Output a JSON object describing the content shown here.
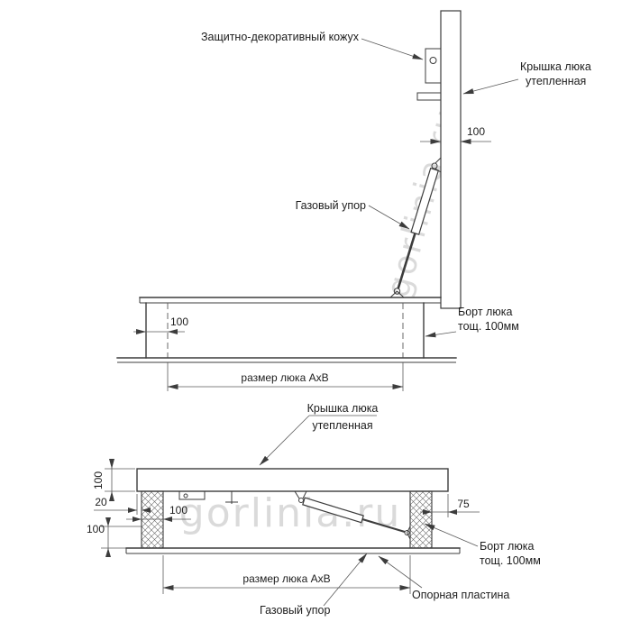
{
  "watermark": {
    "text": "gorlinia.ru"
  },
  "open_view": {
    "label_casing": "Защитно-декоративный кожух",
    "label_cover_line1": "Крышка люка",
    "label_cover_line2": "утепленная",
    "label_gas_strut": "Газовый упор",
    "label_board_line1": "Борт люка",
    "label_board_line2": "тощ. 100мм",
    "dim_cover_thickness": "100",
    "dim_board_thickness": "100",
    "dim_hatch_size": "размер люка AxB"
  },
  "closed_view": {
    "label_cover_line1": "Крышка люка",
    "label_cover_line2": "утепленная",
    "label_gas_strut": "Газовый упор",
    "label_board_line1": "Борт люка",
    "label_board_line2": "тощ. 100мм",
    "label_support_plate": "Опорная пластина",
    "dim_cover_height": "100",
    "dim_edge_offset": "20",
    "dim_board_thickness": "100",
    "dim_embed_depth": "100",
    "dim_overhang": "75",
    "dim_hatch_size": "размер люка AxB"
  }
}
